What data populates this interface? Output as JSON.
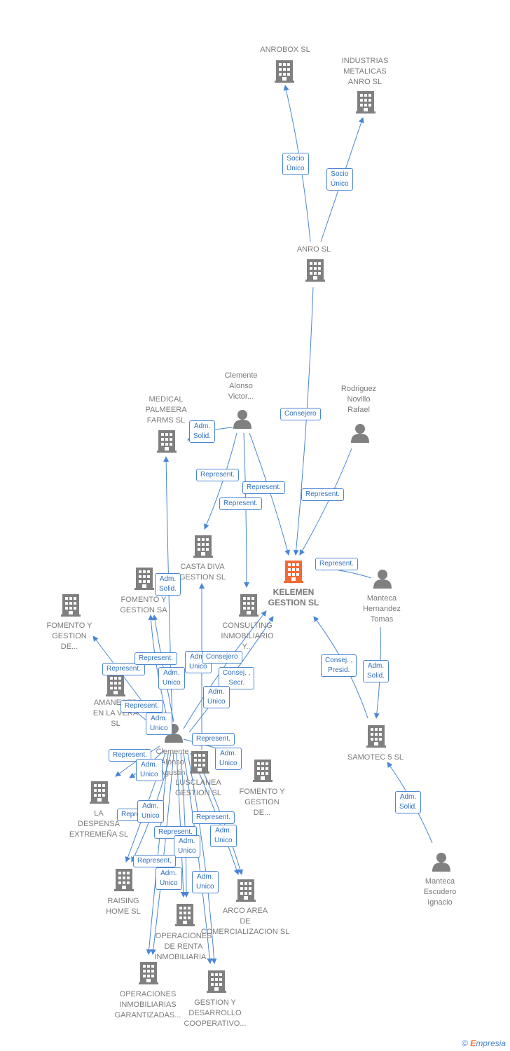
{
  "nodes": [
    {
      "id": "anrobox",
      "type": "company",
      "label": "ANROBOX  SL"
    },
    {
      "id": "industrias",
      "type": "company",
      "label": "INDUSTRIAS\nMETALICAS\nANRO SL"
    },
    {
      "id": "anro",
      "type": "company",
      "label": "ANRO  SL"
    },
    {
      "id": "clemente_v",
      "type": "person",
      "label": "Clemente\nAlonso\nVictor..."
    },
    {
      "id": "rodriguez",
      "type": "person",
      "label": "Rodriguez\nNovillo\nRafael"
    },
    {
      "id": "medical",
      "type": "company",
      "label": "MEDICAL\nPALMEERA\nFARMS  SL"
    },
    {
      "id": "kelemen",
      "type": "focus",
      "label": "KELEMEN\nGESTION  SL"
    },
    {
      "id": "casta",
      "type": "company",
      "label": "CASTA DIVA\nGESTION SL"
    },
    {
      "id": "fomento_sa",
      "type": "company",
      "label": "FOMENTO Y\nGESTION SA"
    },
    {
      "id": "fomento_de",
      "type": "company",
      "label": "FOMENTO Y\nGESTION\nDE..."
    },
    {
      "id": "consulting",
      "type": "company",
      "label": "CONSULTING\nINMOBILIARIO\nY..."
    },
    {
      "id": "manteca_h",
      "type": "person",
      "label": "Manteca\nHernandez\nTomas"
    },
    {
      "id": "amanecer",
      "type": "company",
      "label": "AMANECER\nEN LA VERA\nSL"
    },
    {
      "id": "clemente_a",
      "type": "person",
      "label": "Clemente\nAlonso\nAgustin"
    },
    {
      "id": "lusclanea",
      "type": "company",
      "label": "LUSCLANEA\nGESTION  SL"
    },
    {
      "id": "fomento_de2",
      "type": "company",
      "label": "FOMENTO Y\nGESTION\nDE..."
    },
    {
      "id": "samotec",
      "type": "company",
      "label": "SAMOTEC 5 SL"
    },
    {
      "id": "despensa",
      "type": "company",
      "label": "LA\nDESPENSA\nEXTREMEÑA SL"
    },
    {
      "id": "raising",
      "type": "company",
      "label": "RAISING\nHOME SL"
    },
    {
      "id": "arco",
      "type": "company",
      "label": "ARCO AREA\nDE\nCOMERCIALIZACION SL"
    },
    {
      "id": "operaciones_renta",
      "type": "company",
      "label": "OPERACIONES\nDE RENTA\nINMOBILIARIA..."
    },
    {
      "id": "manteca_e",
      "type": "person",
      "label": "Manteca\nEscudero\nIgnacio"
    },
    {
      "id": "operaciones_inm",
      "type": "company",
      "label": "OPERACIONES\nINMOBILIARIAS\nGARANTIZADAS..."
    },
    {
      "id": "gestion_desarrollo",
      "type": "company",
      "label": "GESTION Y\nDESARROLLO\nCOOPERATIVO..."
    }
  ],
  "edge_labels": [
    "Socio\nÚnico",
    "Socio\nÚnico",
    "Consejero",
    "Adm.\nSolid.",
    "Represent.",
    "Represent.",
    "Represent.",
    "Represent.",
    "Represent.",
    "Adm.\nSolid.",
    "Consej. ,\nPresid.",
    "Adm.\nSolid.",
    "Represent.",
    "Represent.",
    "Adm.\nUnico",
    "Adm.\nUnico",
    "Consejero",
    "Consej. ,\nSecr.",
    "Adm.\nUnico",
    "Represent.",
    "Adm.\nUnico",
    "Represent.",
    "Represent.",
    "Adm.\nUnico",
    "Adm.\nUnico",
    "Represent.",
    "Adm.\nUnico",
    "Represent.",
    "Adm.\nUnico",
    "Represent.",
    "Adm.\nUnico",
    "Represent.",
    "Adm.\nUnico",
    "Adm.\nSolid.",
    "Adm.\nUnico"
  ],
  "footer": {
    "copyright": "©",
    "brand_initial": "E",
    "brand_rest": "mpresia"
  },
  "colors": {
    "company": "#808080",
    "focus": "#f26a35",
    "person": "#808080",
    "edge": "#4a86d4"
  }
}
